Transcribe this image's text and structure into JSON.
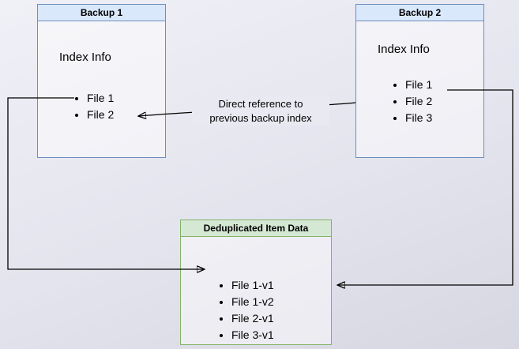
{
  "colors": {
    "blue_border": "#6c8ebf",
    "blue_fill": "#dae8fc",
    "green_border": "#82b366",
    "green_fill": "#d5e8d4",
    "arrow": "#000000",
    "background": "#e9e9f2"
  },
  "backup1": {
    "title": "Backup 1",
    "section": "Index Info",
    "items": [
      "File 1",
      "File 2"
    ]
  },
  "backup2": {
    "title": "Backup 2",
    "section": "Index Info",
    "items": [
      "File 1",
      "File 2",
      "File 3"
    ]
  },
  "dedup": {
    "title": "Deduplicated Item Data",
    "items": [
      "File 1-v1",
      "File 1-v2",
      "File 2-v1",
      "File 3-v1"
    ]
  },
  "annotation": {
    "line1": "Direct reference to",
    "line2": "previous backup index"
  }
}
